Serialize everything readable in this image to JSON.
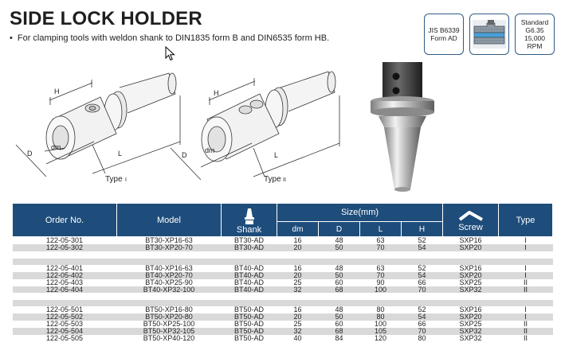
{
  "header": {
    "title": "SIDE LOCK HOLDER",
    "bullet": "•",
    "description": "For clamping tools with weldon shank to DIN1835 form B and DIN6535 form HB."
  },
  "badges": {
    "jis_line1": "JIS B6339",
    "jis_line2": "Form AD",
    "std_line1": "Standard",
    "std_line2": "G6.35",
    "std_line3": "15,000",
    "std_line4": "RPM"
  },
  "drawings": {
    "type1": {
      "h": "H",
      "dm": "dm",
      "d": "D",
      "l": "L",
      "label": "Type",
      "roman": "I"
    },
    "type2": {
      "h": "H",
      "dm": "dm",
      "d": "D",
      "l": "L",
      "label": "Type",
      "roman": "II"
    }
  },
  "table": {
    "headers": {
      "order": "Order No.",
      "model": "Model",
      "shank": "Shank",
      "size": "Size(mm)",
      "dm": "dm",
      "d": "D",
      "l": "L",
      "h": "H",
      "screw": "Screw",
      "type": "Type"
    },
    "groups": [
      [
        {
          "order": "122-05-301",
          "model": "BT30-XP16-63",
          "shank": "BT30-AD",
          "dm": "16",
          "d": "48",
          "l": "63",
          "h": "52",
          "screw": "SXP16",
          "type": "I"
        },
        {
          "order": "122-05-302",
          "model": "BT30-XP20-70",
          "shank": "BT30-AD",
          "dm": "20",
          "d": "50",
          "l": "70",
          "h": "54",
          "screw": "SXP20",
          "type": "I"
        }
      ],
      [
        {
          "order": "122-05-401",
          "model": "BT40-XP16-63",
          "shank": "BT40-AD",
          "dm": "16",
          "d": "48",
          "l": "63",
          "h": "52",
          "screw": "SXP16",
          "type": "I"
        },
        {
          "order": "122-05-402",
          "model": "BT40-XP20-70",
          "shank": "BT40-AD",
          "dm": "20",
          "d": "50",
          "l": "70",
          "h": "54",
          "screw": "SXP20",
          "type": "I"
        },
        {
          "order": "122-05-403",
          "model": "BT40-XP25-90",
          "shank": "BT40-AD",
          "dm": "25",
          "d": "60",
          "l": "90",
          "h": "66",
          "screw": "SXP25",
          "type": "II"
        },
        {
          "order": "122-05-404",
          "model": "BT40-XP32-100",
          "shank": "BT40-AD",
          "dm": "32",
          "d": "68",
          "l": "100",
          "h": "70",
          "screw": "SXP32",
          "type": "II"
        }
      ],
      [
        {
          "order": "122-05-501",
          "model": "BT50-XP16-80",
          "shank": "BT50-AD",
          "dm": "16",
          "d": "48",
          "l": "80",
          "h": "52",
          "screw": "SXP16",
          "type": "I"
        },
        {
          "order": "122-05-502",
          "model": "BT50-XP20-80",
          "shank": "BT50-AD",
          "dm": "20",
          "d": "50",
          "l": "80",
          "h": "54",
          "screw": "SXP20",
          "type": "I"
        },
        {
          "order": "122-05-503",
          "model": "BT50-XP25-100",
          "shank": "BT50-AD",
          "dm": "25",
          "d": "60",
          "l": "100",
          "h": "66",
          "screw": "SXP25",
          "type": "II"
        },
        {
          "order": "122-05-504",
          "model": "BT50-XP32-105",
          "shank": "BT50-AD",
          "dm": "32",
          "d": "68",
          "l": "105",
          "h": "70",
          "screw": "SXP32",
          "type": "II"
        },
        {
          "order": "122-05-505",
          "model": "BT50-XP40-120",
          "shank": "BT50-AD",
          "dm": "40",
          "d": "84",
          "l": "120",
          "h": "80",
          "screw": "SXP32",
          "type": "II"
        }
      ]
    ]
  },
  "colors": {
    "header_bg": "#1e4d7b",
    "badge_border": "#2f5b86",
    "row_shade": "#d9d9d9"
  }
}
